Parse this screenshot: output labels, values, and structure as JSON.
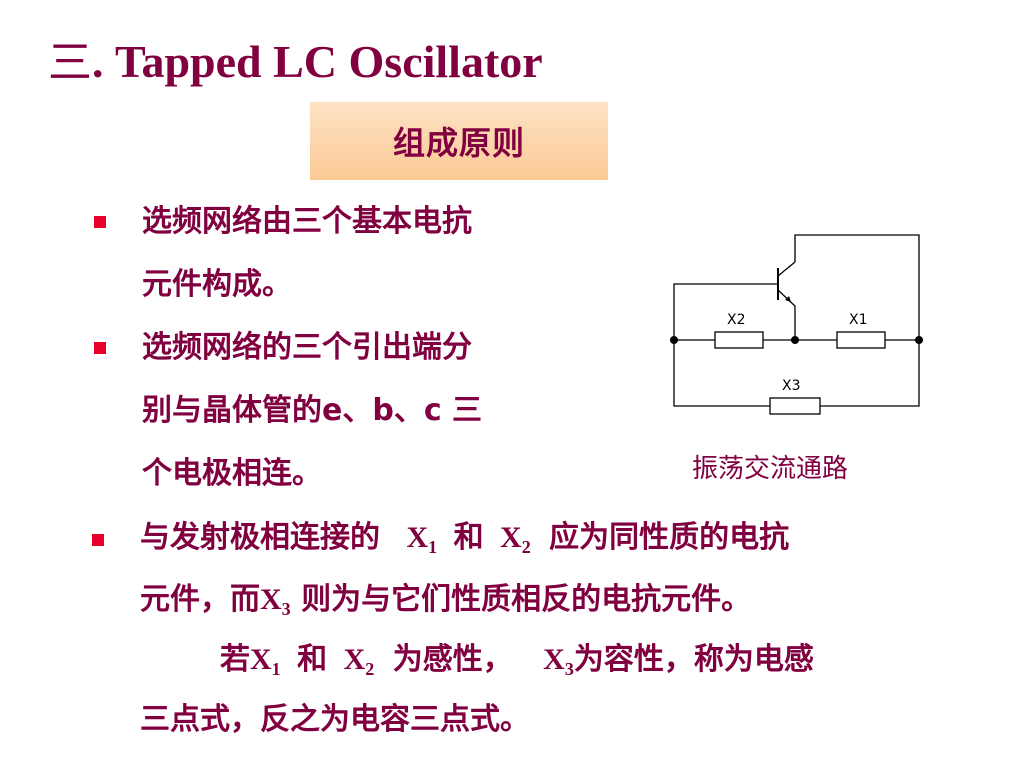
{
  "title": {
    "number": "三",
    "text": ". Tapped LC Oscillator"
  },
  "subtitle": "组成原则",
  "bullets": {
    "b1_l1": "选频网络由三个基本电抗",
    "b1_l2": "元件构成。",
    "b2_l1": "选频网络的三个引出端分",
    "b2_l2": "别与晶体管的e、b、c 三",
    "b2_l3": "个电极相连。",
    "b3_l1_a": "与发射极相连接的",
    "b3_l1_b": "和",
    "b3_l1_c": "应为同性质的电抗",
    "b3_l2_a": "元件，而",
    "b3_l2_b": "则为与它们性质相反的电抗元件。",
    "b3_l3_a": "若",
    "b3_l3_b": "和",
    "b3_l3_c": "为感性，",
    "b3_l3_d": "为容性，称为电感",
    "b3_l4": "三点式，反之为电容三点式。"
  },
  "symbols": {
    "X": "X",
    "sub1": "1",
    "sub2": "2",
    "sub3": "3"
  },
  "circuit": {
    "label_x1": "X1",
    "label_x2": "X2",
    "label_x3": "X3",
    "caption": "振荡交流通路"
  },
  "colors": {
    "text": "#800040",
    "bullet": "#e8002a",
    "box_top": "#fde2c4",
    "box_bottom": "#fbc995"
  }
}
